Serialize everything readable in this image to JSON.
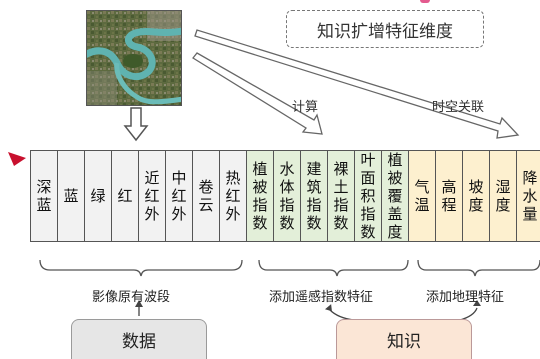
{
  "header": {
    "title": "知识扩增特征维度"
  },
  "arrows": {
    "compute_label": "计算",
    "spatiotemporal_label": "时空关联"
  },
  "groups": {
    "original": {
      "label": "影像原有波段",
      "bands": [
        "深蓝",
        "蓝",
        "绿",
        "红",
        "近红外",
        "中红外",
        "卷云",
        "热红外"
      ]
    },
    "indices": {
      "label": "添加遥感指数特征",
      "items": [
        "植被指数",
        "水体指数",
        "建筑指数",
        "裸土指数",
        "叶面积指数",
        "植被覆盖度"
      ]
    },
    "geo": {
      "label": "添加地理特征",
      "items": [
        "气温",
        "高程",
        "坡度",
        "湿度",
        "降水量"
      ]
    }
  },
  "buttons": {
    "data": "数据",
    "knowledge": "知识"
  },
  "colors": {
    "band_fill": "#f2f2f2",
    "index_fill": "#e3efd9",
    "geo_fill": "#fdf0cf",
    "data_button": "#e6e6e6",
    "knowledge_button": "#fbe6d6",
    "accent_red": "#c8102e"
  },
  "icons": [
    "satellite-image",
    "dashed-title-box"
  ]
}
